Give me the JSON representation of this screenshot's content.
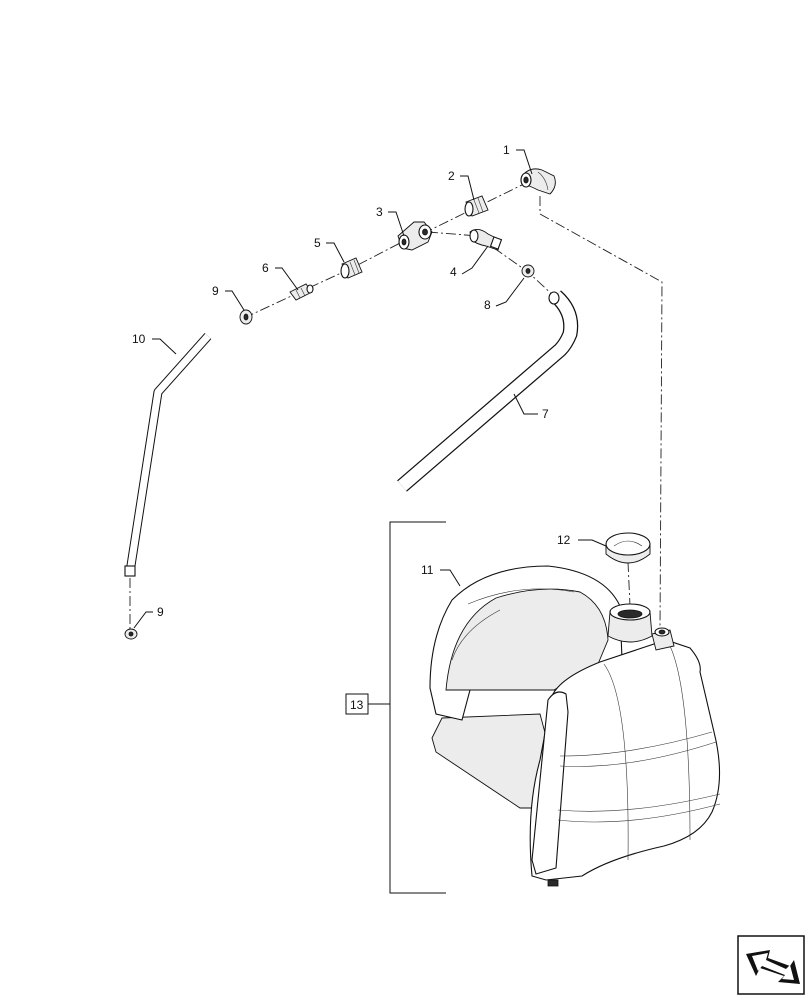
{
  "diagram": {
    "callouts": {
      "p1": "1",
      "p2": "2",
      "p3": "3",
      "p4": "4",
      "p5": "5",
      "p6": "6",
      "p7": "7",
      "p8": "8",
      "p9a": "9",
      "p9b": "9",
      "p10": "10",
      "p11": "11",
      "p12": "12",
      "assembly_ref": "13"
    },
    "parts": [
      {
        "ref": "1",
        "kind": "elbow-fitting-icon"
      },
      {
        "ref": "2",
        "kind": "threaded-adapter-icon"
      },
      {
        "ref": "3",
        "kind": "tee-fitting-icon"
      },
      {
        "ref": "4",
        "kind": "elbow-hose-fitting-icon"
      },
      {
        "ref": "5",
        "kind": "threaded-adapter-icon"
      },
      {
        "ref": "6",
        "kind": "barbed-connector-icon"
      },
      {
        "ref": "7",
        "kind": "hose-icon"
      },
      {
        "ref": "8",
        "kind": "hose-clamp-icon"
      },
      {
        "ref": "9",
        "kind": "hose-clamp-icon"
      },
      {
        "ref": "10",
        "kind": "hose-icon"
      },
      {
        "ref": "11",
        "kind": "reservoir-tank-icon"
      },
      {
        "ref": "12",
        "kind": "filler-cap-icon"
      },
      {
        "ref": "13",
        "kind": "assembly-bracket"
      }
    ],
    "corner_icon": "navigation-arrow-icon"
  }
}
